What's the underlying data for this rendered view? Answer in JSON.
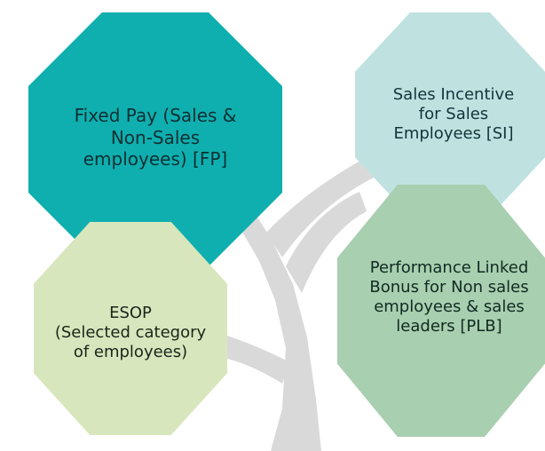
{
  "diagram": {
    "nodes": {
      "fixed_pay": "Fixed Pay (Sales &\nNon-Sales\nemployees) [FP]",
      "sales_incentive": "Sales Incentive\nfor Sales\nEmployees [SI]",
      "plb": "Performance Linked\nBonus for Non sales\nemployees & sales\nleaders [PLB]",
      "esop": "ESOP\n(Selected category\nof employees)"
    },
    "colors": {
      "fixed_pay": "#0fafaf",
      "sales_incentive": "#bfe2e1",
      "plb": "#a8cfaf",
      "esop": "#d8e6bd",
      "tree": "#d9d9d9"
    }
  }
}
